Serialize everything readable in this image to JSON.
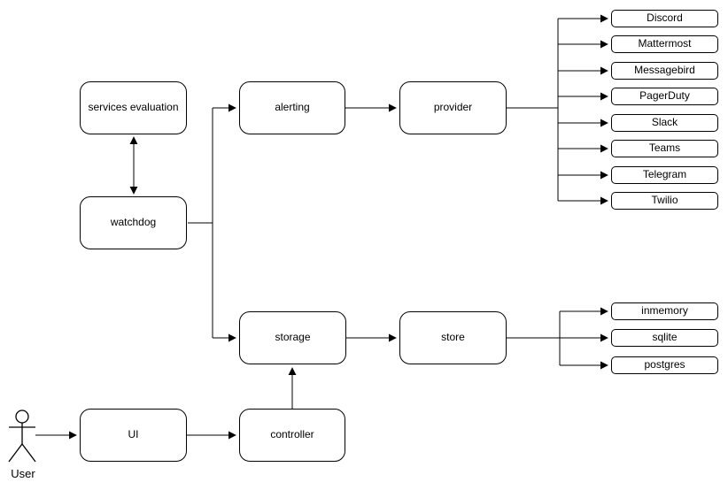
{
  "nodes": {
    "services_evaluation": "services evaluation",
    "watchdog": "watchdog",
    "alerting": "alerting",
    "provider": "provider",
    "storage": "storage",
    "store": "store",
    "ui": "UI",
    "controller": "controller"
  },
  "alerting_providers": [
    "Discord",
    "Mattermost",
    "Messagebird",
    "PagerDuty",
    "Slack",
    "Teams",
    "Telegram",
    "Twilio"
  ],
  "storage_backends": [
    "inmemory",
    "sqlite",
    "postgres"
  ],
  "actor": {
    "label": "User"
  },
  "colors": {
    "stroke": "#000000",
    "background": "#ffffff",
    "text": "#000000"
  }
}
